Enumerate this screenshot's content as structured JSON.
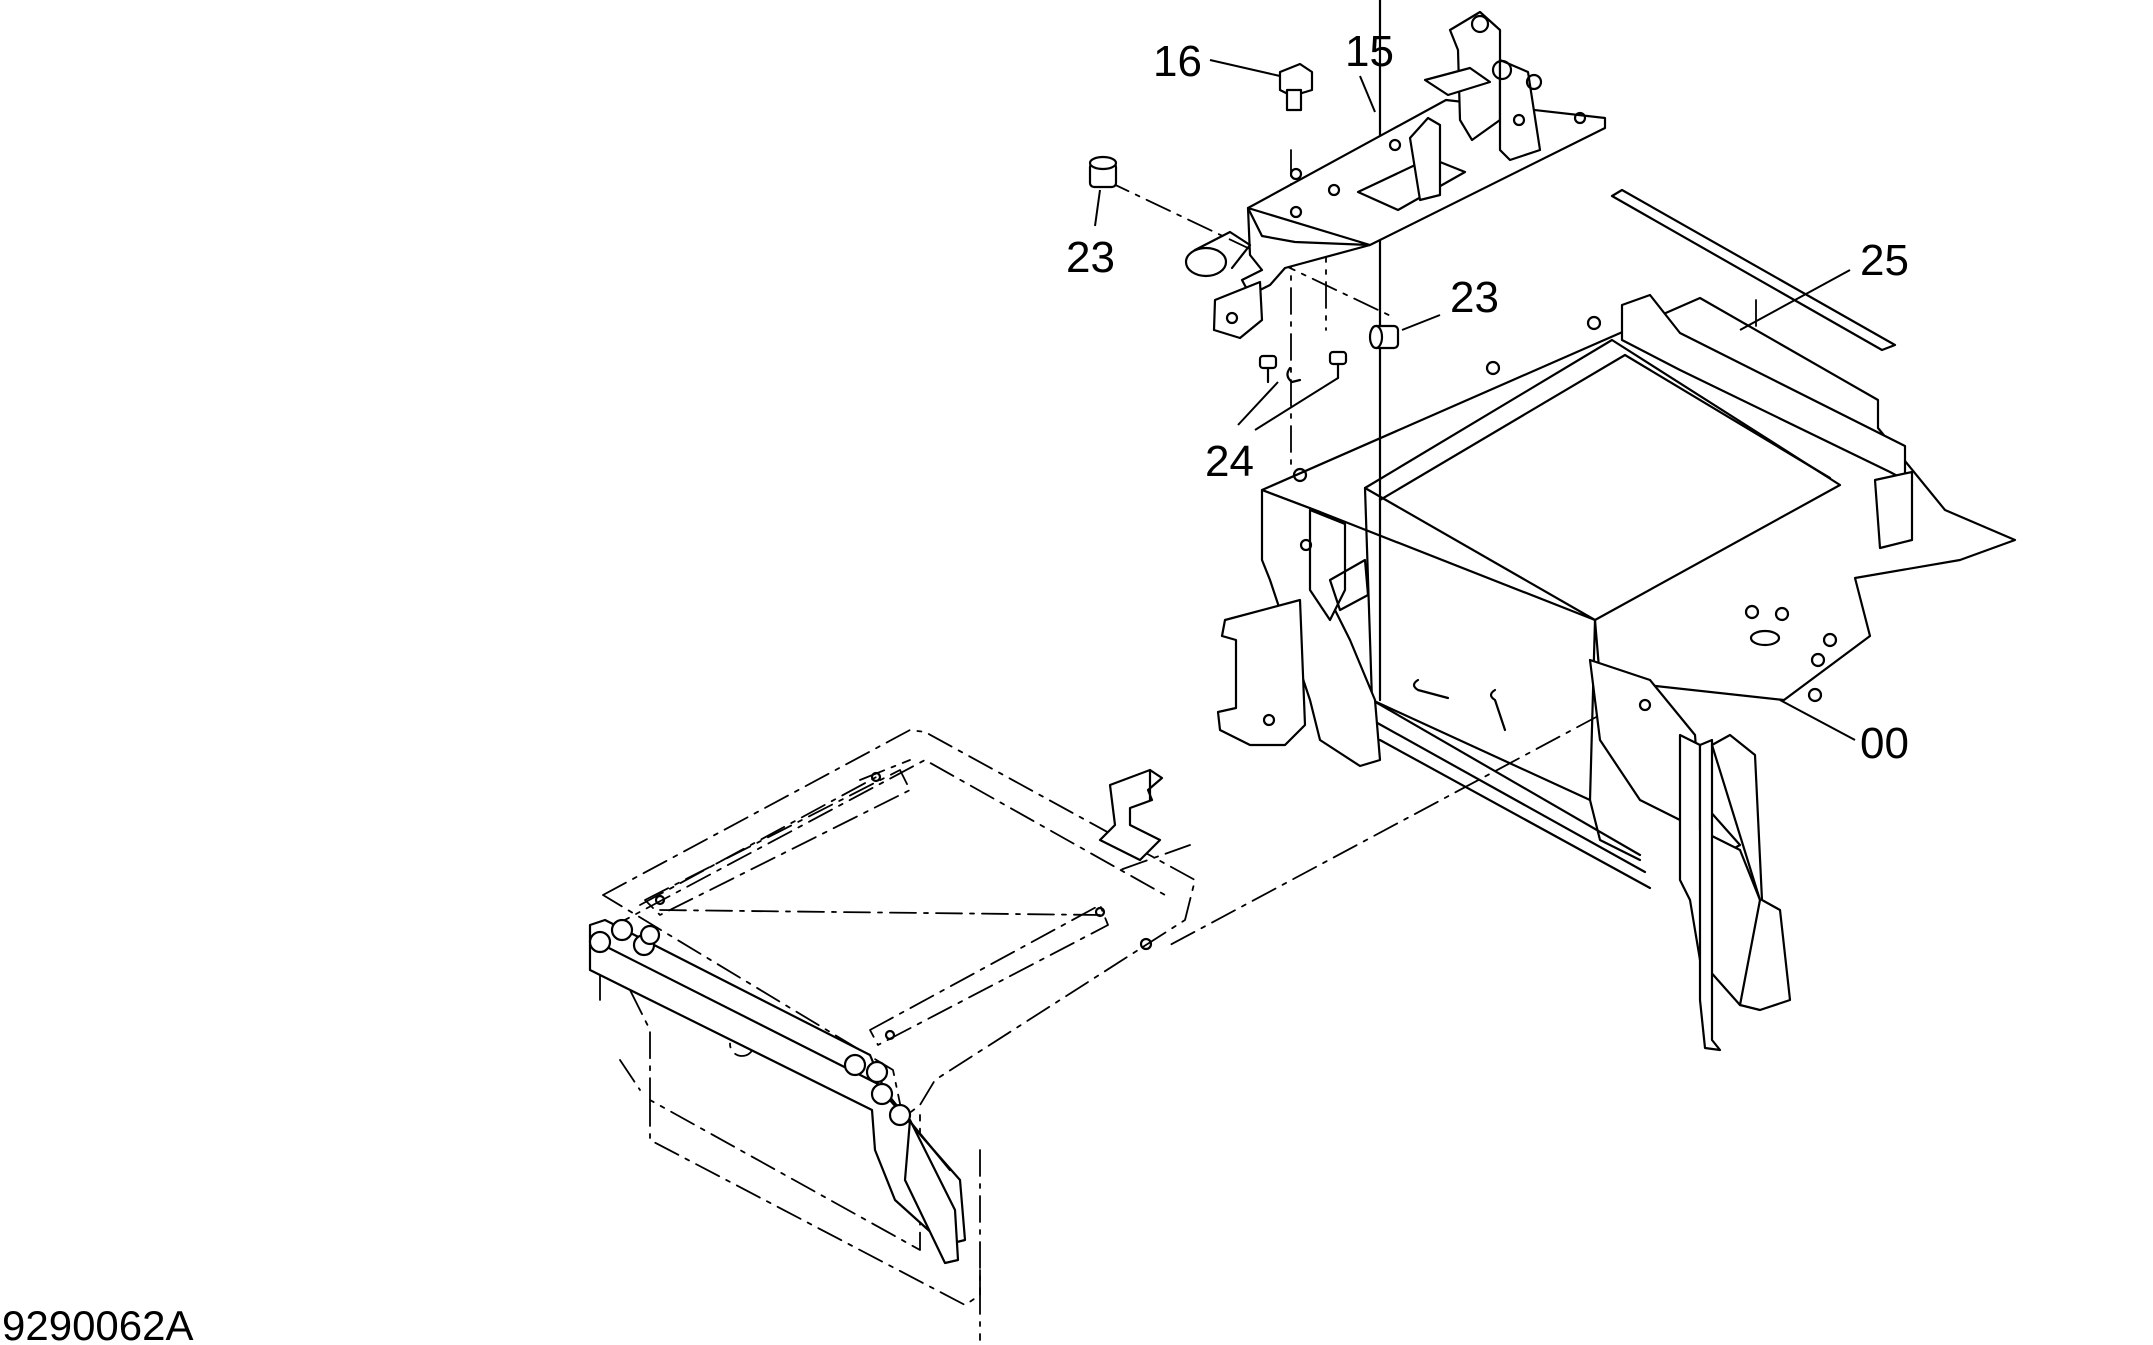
{
  "drawing_number": "9290062A",
  "callouts": {
    "c16": "16",
    "c15": "15",
    "c23a": "23",
    "c23b": "23",
    "c25": "25",
    "c24": "24",
    "c00": "00"
  },
  "colors": {
    "line": "#000000",
    "background": "#ffffff"
  }
}
